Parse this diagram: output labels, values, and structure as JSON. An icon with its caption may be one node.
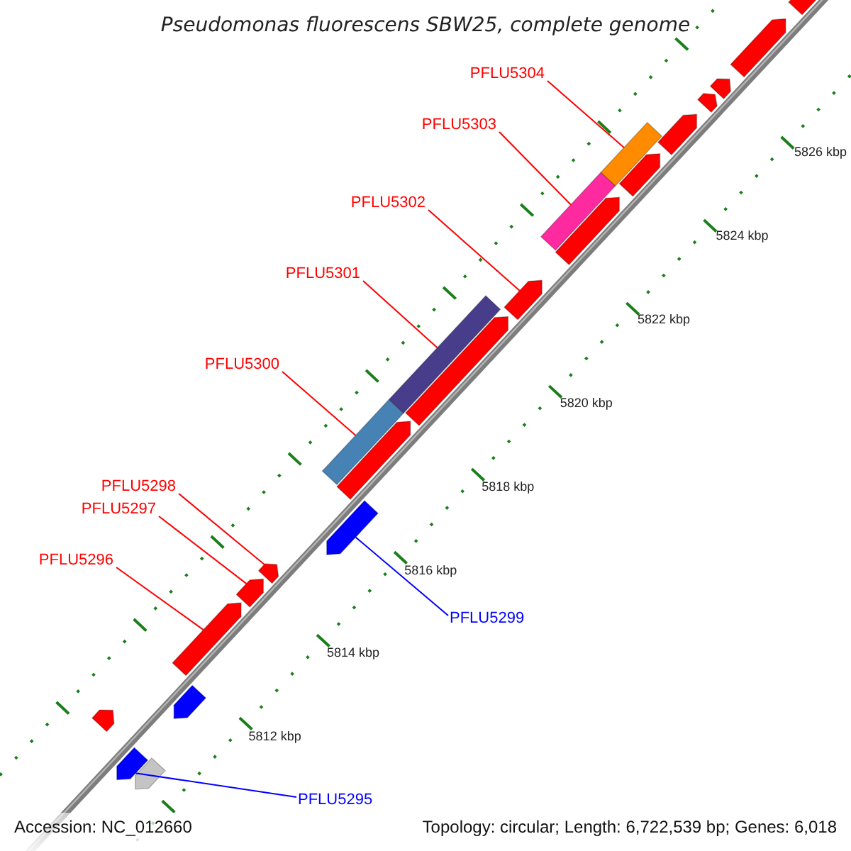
{
  "diagram": {
    "title": "Pseudomonas fluorescens SBW25, complete genome",
    "nodes": [
      {
        "text": [
          "PFLU5304"
        ]
      },
      {
        "text": [
          "PFLU5303"
        ]
      },
      {
        "text": [
          "PFLU5302"
        ]
      },
      {
        "text": [
          "PFLU5301"
        ]
      },
      {
        "text": [
          "PFLU5300"
        ]
      },
      {
        "text": [
          "PFLU5298"
        ]
      },
      {
        "text": [
          "PFLU5297"
        ]
      },
      {
        "text": [
          "PFLU5296"
        ]
      },
      {
        "text": [
          "PFLU5299"
        ]
      },
      {
        "text": [
          "PFLU5295"
        ]
      },
      {
        "text": [],
        "shape": "arrow"
      },
      {
        "text": [],
        "shape": "arrow"
      },
      {
        "text": [],
        "shape": "arrow"
      },
      {
        "text": [],
        "shape": "arrow"
      },
      {
        "text": [],
        "shape": "arrow"
      },
      {
        "text": [],
        "shape": "arrow"
      },
      {
        "text": [],
        "shape": "arrow"
      },
      {
        "text": [],
        "shape": "arrow"
      },
      {
        "text": [],
        "shape": "arrow"
      },
      {
        "text": [],
        "shape": "bar"
      },
      {
        "text": [],
        "shape": "arrow"
      },
      {
        "text": [],
        "shape": "bar"
      },
      {
        "text": [],
        "shape": "arrow"
      },
      {
        "text": [],
        "shape": "arrow"
      },
      {
        "text": [],
        "shape": "bar"
      },
      {
        "text": [],
        "shape": "arrow"
      },
      {
        "text": [],
        "shape": "bar"
      },
      {
        "text": [],
        "shape": "arrow"
      },
      {
        "text": [],
        "shape": "arrow"
      },
      {
        "text": [],
        "shape": "arrow"
      },
      {
        "text": [],
        "shape": "arrow"
      },
      {
        "text": [],
        "shape": "arrow"
      }
    ],
    "edges": [
      {
        "from": 0,
        "to": 26,
        "arrow": "none"
      },
      {
        "from": 1,
        "to": 24,
        "arrow": "none"
      },
      {
        "from": 2,
        "to": 22,
        "arrow": "none"
      },
      {
        "from": 3,
        "to": 21,
        "arrow": "none"
      },
      {
        "from": 4,
        "to": 19,
        "arrow": "none"
      },
      {
        "from": 5,
        "to": 16,
        "arrow": "none"
      },
      {
        "from": 6,
        "to": 15,
        "arrow": "none"
      },
      {
        "from": 7,
        "to": 14,
        "arrow": "none"
      },
      {
        "from": 8,
        "to": 17,
        "arrow": "none",
        "color": "#0000ff"
      },
      {
        "from": 9,
        "to": 10,
        "arrow": "none",
        "color": "#0000ff"
      }
    ],
    "labels": [
      "5826 kbp",
      "5824 kbp",
      "5822 kbp",
      "5820 kbp",
      "5818 kbp",
      "5816 kbp",
      "5814 kbp",
      "5812 kbp",
      "Accession: NC_012660",
      "Topology: circular; Length: 6,722,539 bp; Genes: 6,018"
    ]
  }
}
